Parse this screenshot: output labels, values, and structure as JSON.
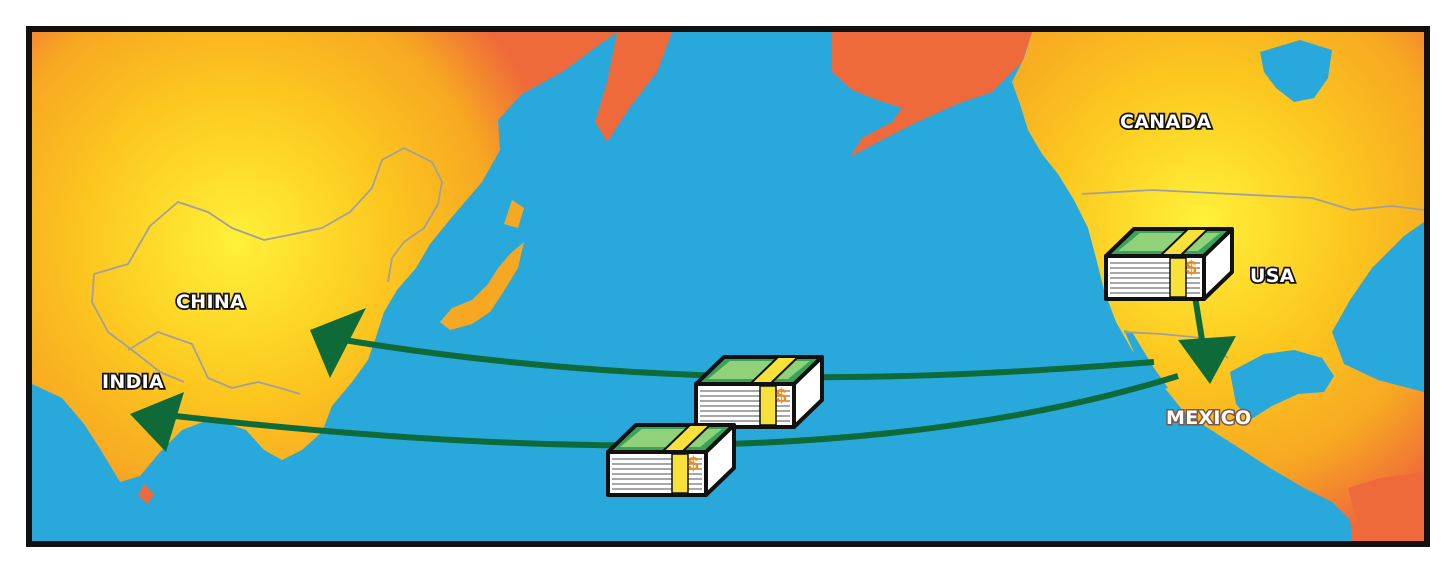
{
  "map": {
    "labels": {
      "canada": "CANADA",
      "usa": "USA",
      "china": "CHINA",
      "india": "INDIA",
      "mexico": "MEXICO"
    },
    "money_bundle": {
      "currency_symbol": "$"
    },
    "flows": [
      {
        "from": "USA",
        "to": "MEXICO"
      },
      {
        "from": "MEXICO",
        "to": "CHINA"
      },
      {
        "from": "MEXICO",
        "to": "INDIA"
      }
    ],
    "colors": {
      "ocean": "#29a8dc",
      "land_core": "#fff13a",
      "land_mid": "#f7b21b",
      "land_edge": "#ef6a3a",
      "arrow": "#0e6a39",
      "border": "#111111",
      "bill_green": "#3aa35a",
      "band": "#f7e13a"
    }
  }
}
